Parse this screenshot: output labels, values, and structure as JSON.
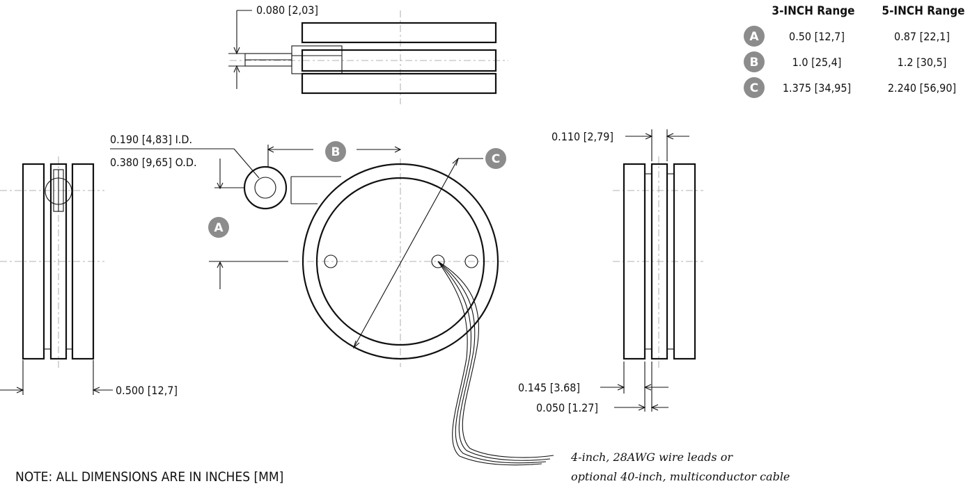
{
  "table": {
    "headers": [
      "3-INCH Range",
      "5-INCH Range"
    ],
    "rows": [
      {
        "badge": "A",
        "v3": "0.50 [12,7]",
        "v5": "0.87 [22,1]"
      },
      {
        "badge": "B",
        "v3": "1.0 [25,4]",
        "v5": "1.2 [30,5]"
      },
      {
        "badge": "C",
        "v3": "1.375 [34,95]",
        "v5": "2.240 [56,90]"
      }
    ]
  },
  "dims": {
    "lead_thickness": "0.080 [2,03]",
    "id": "0.190 [4,83] I.D.",
    "od": "0.380 [9,65] O.D.",
    "width_right": "0.110 [2,79]",
    "depth": "0.500 [12,7]",
    "outer_plate": "0.145 [3.68]",
    "inner_plate": "0.050 [1.27]"
  },
  "badges": {
    "a": "A",
    "b": "B",
    "c": "C"
  },
  "wire_note": {
    "line1": "4-inch, 28AWG wire leads or",
    "line2": "optional 40-inch, multiconductor cable"
  },
  "note": "NOTE: ALL DIMENSIONS ARE IN INCHES [MM]",
  "colors": {
    "badge": "#8c8c8c",
    "line": "#111111",
    "centerline": "#999999"
  }
}
